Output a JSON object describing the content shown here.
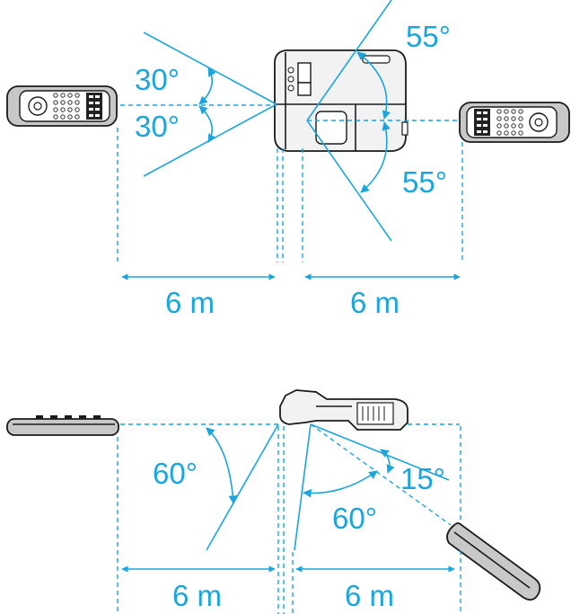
{
  "top": {
    "angle_upper_left": "30°",
    "angle_lower_left": "30°",
    "angle_upper_right": "55°",
    "angle_lower_right": "55°",
    "distance_left": "6 m",
    "distance_right": "6 m"
  },
  "bottom": {
    "angle_left": "60°",
    "angle_right_small": "15°",
    "angle_right_large": "60°",
    "distance_left": "6 m",
    "distance_right": "6 m"
  },
  "colors": {
    "accent": "#1aa6dc",
    "outline": "#1a1a1a"
  }
}
